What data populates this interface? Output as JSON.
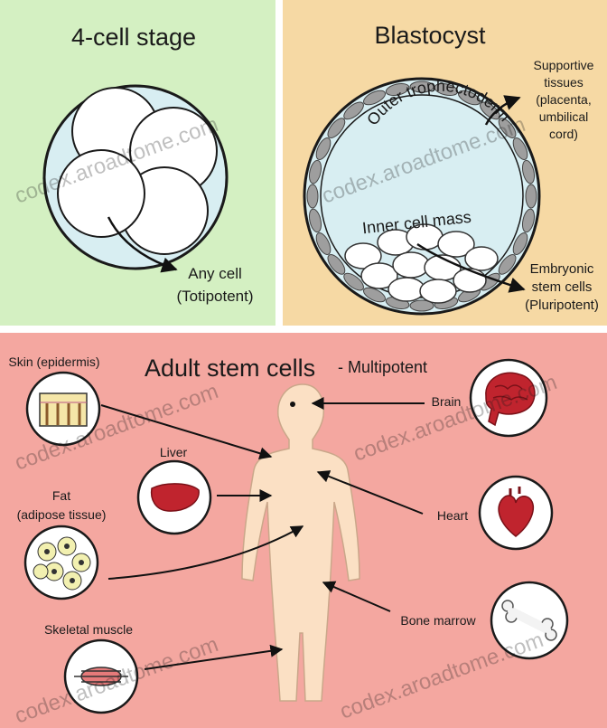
{
  "panels": {
    "four_cell": {
      "title": "4-cell stage",
      "label_line1": "Any cell",
      "label_line2": "(Totipotent)"
    },
    "blastocyst": {
      "title": "Blastocyst",
      "outer_label": "Outer trophectoderm",
      "inner_label": "Inner cell mass",
      "supportive_lines": [
        "Supportive",
        "tissues",
        "(placenta,",
        "umbilical",
        "cord)"
      ],
      "embryonic_lines": [
        "Embryonic",
        "stem cells",
        "(Pluripotent)"
      ]
    },
    "adult": {
      "title": "Adult stem cells",
      "subtitle": "- Multipotent",
      "sources": {
        "skin": "Skin (epidermis)",
        "liver": "Liver",
        "fat_line1": "Fat",
        "fat_line2": "(adipose tissue)",
        "skeletal": "Skeletal muscle",
        "brain": "Brain",
        "heart": "Heart",
        "bone_marrow": "Bone marrow"
      }
    }
  },
  "watermark": "codex.aroadtome.com",
  "colors": {
    "green_panel": "#d4f0c2",
    "tan_panel": "#f6d9a4",
    "pink_panel": "#f4a7a0",
    "cell_fill": "#d8eef2",
    "organ_red": "#c0242e"
  }
}
